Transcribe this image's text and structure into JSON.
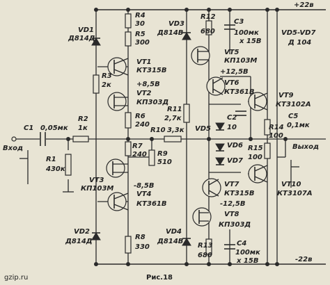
{
  "rails": {
    "plus": "+22в",
    "minus": "-22в"
  },
  "io": {
    "input": "Вход",
    "output": "Выход"
  },
  "parts": {
    "R1": [
      "R1",
      "430к"
    ],
    "R2": [
      "R2",
      "1к"
    ],
    "R3": [
      "R3",
      "2к"
    ],
    "R4": [
      "R4",
      "30"
    ],
    "R5": [
      "R5",
      "300"
    ],
    "R6": [
      "R6",
      "240"
    ],
    "R7": [
      "R7",
      "240"
    ],
    "R8": [
      "R8",
      "330"
    ],
    "R9": [
      "R9",
      "510"
    ],
    "R10": [
      "R10",
      "3,3к"
    ],
    "R11": [
      "R11",
      "2,7к"
    ],
    "R12": [
      "R12",
      "680"
    ],
    "R13": [
      "R13",
      "680"
    ],
    "R14": [
      "R14",
      "100"
    ],
    "R15": [
      "R15",
      "100"
    ],
    "C1": [
      "C1",
      "0,05мк"
    ],
    "C2": [
      "C2",
      "10"
    ],
    "C5": [
      "C5",
      "0,1мк"
    ],
    "C3": [
      "C3",
      "100мк",
      "х 15В"
    ],
    "C4": [
      "C4",
      "100мк",
      "х 15В"
    ],
    "VD1": [
      "VD1",
      "Д814Д"
    ],
    "VD2": [
      "VD2",
      "Д814Д"
    ],
    "VD3": [
      "VD3",
      "Д814В"
    ],
    "VD4": [
      "VD4",
      "Д814В"
    ],
    "VD5": "VD5",
    "VD6": "VD6",
    "VD7": "VD7",
    "VD57": [
      "VD5-VD7",
      "Д 104"
    ],
    "VT1": [
      "VT1",
      "КТ315В"
    ],
    "VT2": [
      "VT2",
      "КП303Д"
    ],
    "VT3": [
      "VT3",
      "КП103М"
    ],
    "VT4": [
      "VT4",
      "КТ361В"
    ],
    "VT5": [
      "VT5",
      "КП103М"
    ],
    "VT6": [
      "VT6",
      "КТ361В"
    ],
    "VT7": [
      "VT7",
      "КТ315В"
    ],
    "VT8": [
      "VT8",
      "КП303Д"
    ],
    "VT9": [
      "VT9",
      "КТ3102А"
    ],
    "VT10": [
      "VT10",
      "КТ3107А"
    ]
  },
  "voltages": {
    "v1": "+8,5В",
    "v2": "-8,5В",
    "v3": "+12,5В",
    "v4": "-12,5В"
  },
  "caption": "Рис.18",
  "watermark": "gzip.ru"
}
